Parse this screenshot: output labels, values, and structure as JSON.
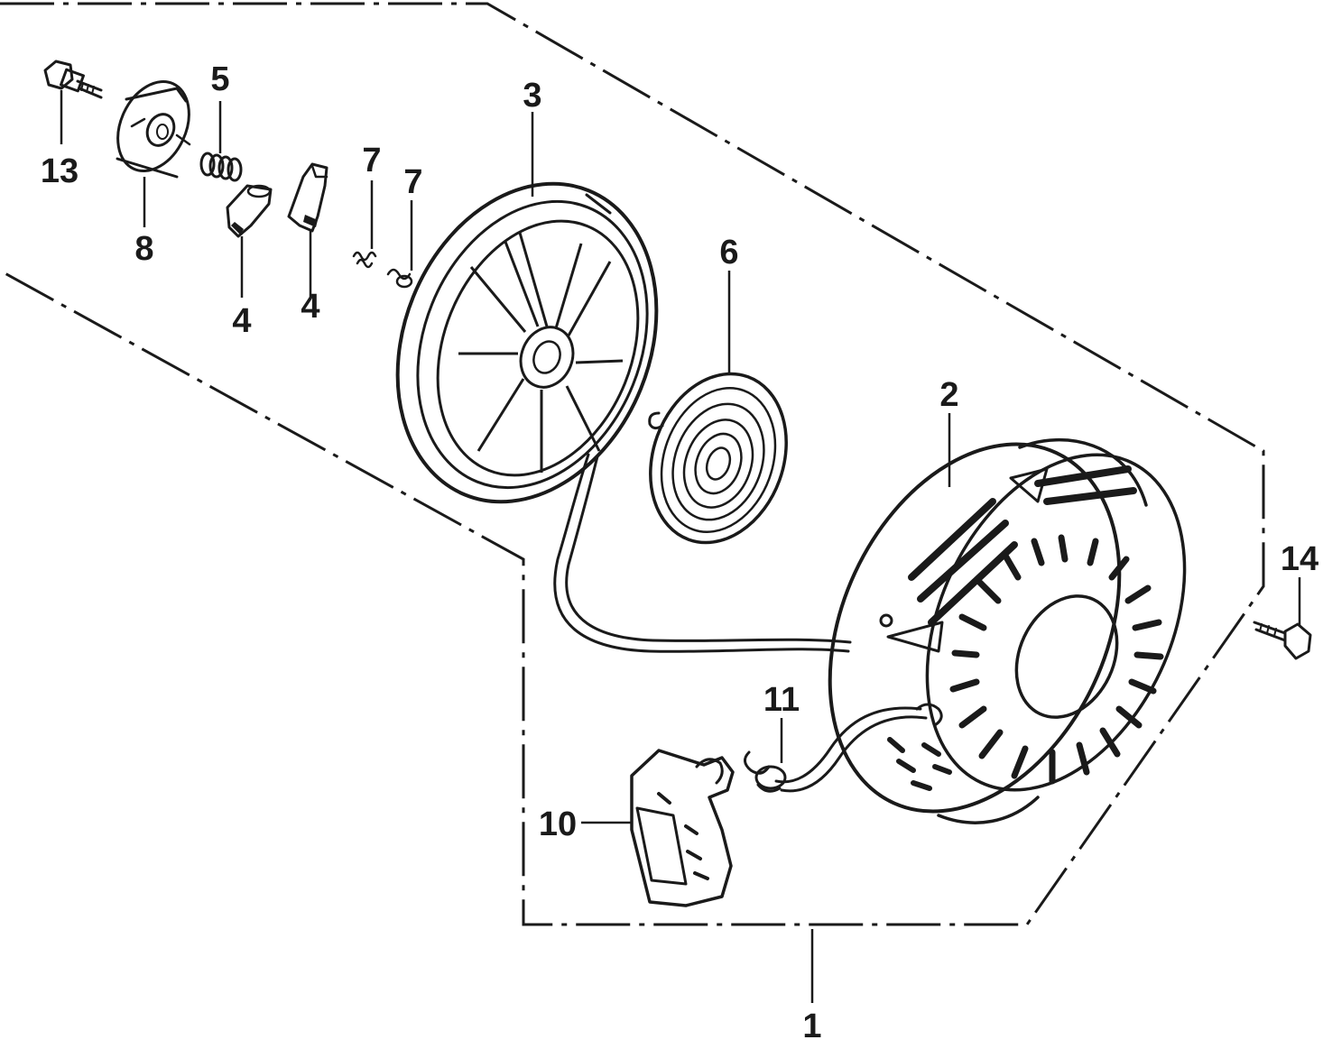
{
  "diagram": {
    "ink_color": "#1a1a1a",
    "background": "#ffffff",
    "callouts": {
      "p1": "1",
      "p2": "2",
      "p3": "3",
      "p4a": "4",
      "p4b": "4",
      "p5": "5",
      "p6": "6",
      "p7a": "7",
      "p7b": "7",
      "p8": "8",
      "p10": "10",
      "p11": "11",
      "p13": "13",
      "p14": "14"
    }
  }
}
